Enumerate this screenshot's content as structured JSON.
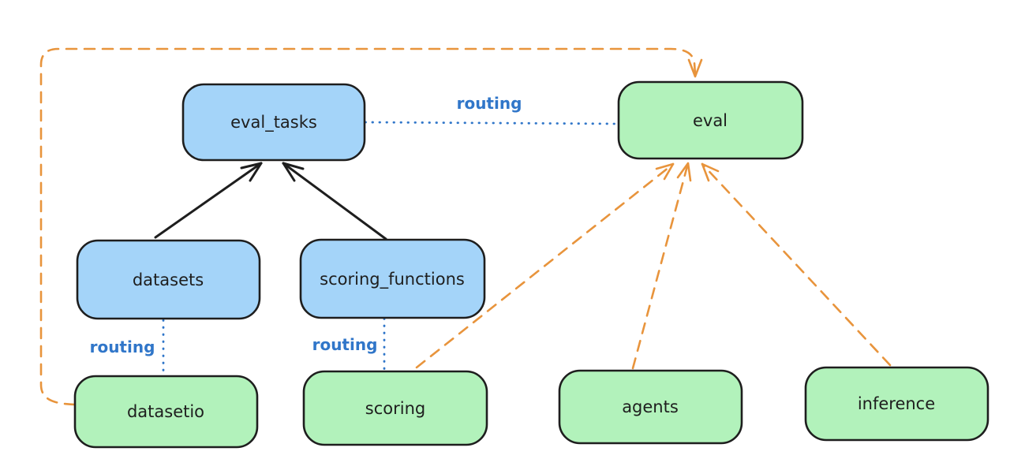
{
  "diagram": {
    "background": "#ffffff",
    "colors": {
      "registry_fill": "#a4d4f9",
      "provider_fill": "#b2f2bb",
      "node_stroke": "#1e1e1e",
      "arrow_black": "#1e1e1e",
      "routing_blue": "#3076c9",
      "provider_orange": "#e8943c",
      "label_text": "#1e1e1e"
    },
    "nodes": [
      {
        "id": "eval_tasks",
        "label": "eval_tasks",
        "kind": "registry"
      },
      {
        "id": "eval",
        "label": "eval",
        "kind": "provider"
      },
      {
        "id": "datasets",
        "label": "datasets",
        "kind": "registry"
      },
      {
        "id": "scoring_functions",
        "label": "scoring_functions",
        "kind": "registry"
      },
      {
        "id": "datasetio",
        "label": "datasetio",
        "kind": "provider"
      },
      {
        "id": "scoring",
        "label": "scoring",
        "kind": "provider"
      },
      {
        "id": "agents",
        "label": "agents",
        "kind": "provider"
      },
      {
        "id": "inference",
        "label": "inference",
        "kind": "provider"
      }
    ],
    "edges": [
      {
        "from": "datasets",
        "to": "eval_tasks",
        "style": "solid-black-arrow"
      },
      {
        "from": "scoring_functions",
        "to": "eval_tasks",
        "style": "solid-black-arrow"
      },
      {
        "from": "eval_tasks",
        "to": "eval",
        "style": "dotted-blue",
        "label": "routing"
      },
      {
        "from": "datasets",
        "to": "datasetio",
        "style": "dotted-blue",
        "label": "routing"
      },
      {
        "from": "scoring_functions",
        "to": "scoring",
        "style": "dotted-blue",
        "label": "routing"
      },
      {
        "from": "datasetio",
        "to": "eval",
        "style": "dashed-orange-arrow"
      },
      {
        "from": "scoring",
        "to": "eval",
        "style": "dashed-orange-arrow"
      },
      {
        "from": "agents",
        "to": "eval",
        "style": "dashed-orange-arrow"
      },
      {
        "from": "inference",
        "to": "eval",
        "style": "dashed-orange-arrow"
      }
    ],
    "edge_labels": {
      "routing_top": "routing",
      "routing_left": "routing",
      "routing_mid": "routing"
    }
  }
}
